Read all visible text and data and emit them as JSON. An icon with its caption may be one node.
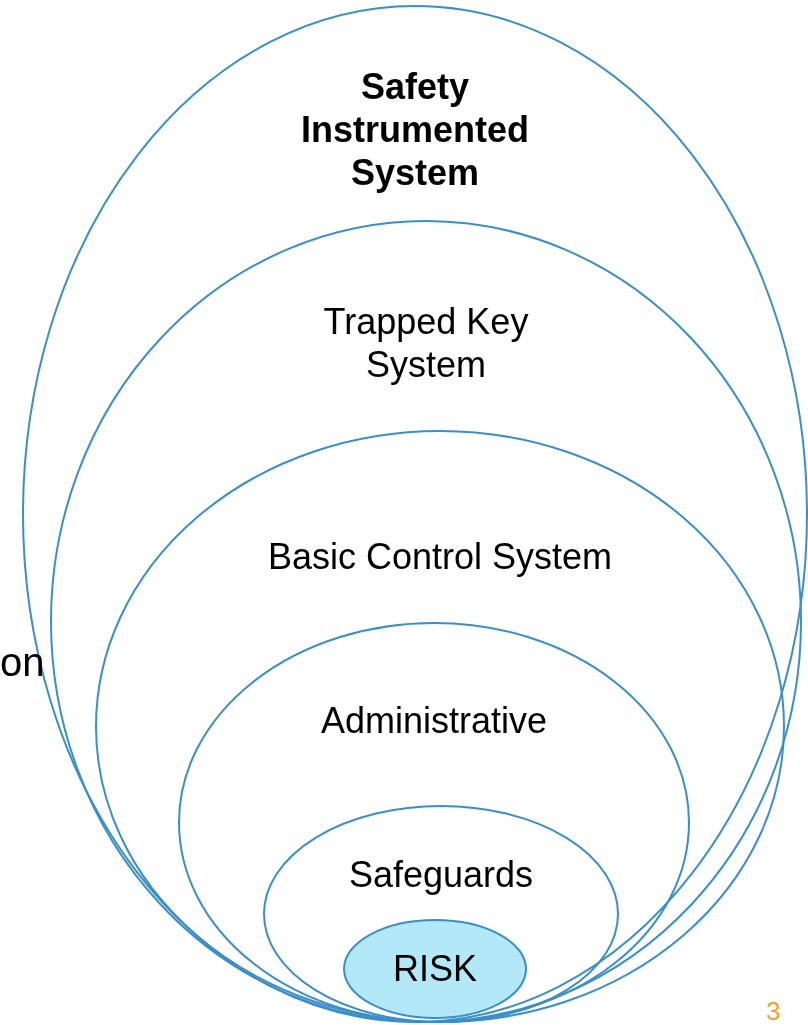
{
  "diagram": {
    "nodes": [
      {
        "text": [
          "Safety Instrumented System"
        ]
      },
      {
        "text": [
          "Trapped Key System"
        ],
        "in": 0
      },
      {
        "text": [
          "Basic Control System"
        ],
        "in": 1
      },
      {
        "text": [
          "Administrative"
        ],
        "in": 2
      },
      {
        "text": [
          "Safeguards"
        ],
        "in": 3
      },
      {
        "text": [
          "RISK"
        ],
        "in": 4
      }
    ],
    "labels": [
      "on",
      "3"
    ]
  }
}
